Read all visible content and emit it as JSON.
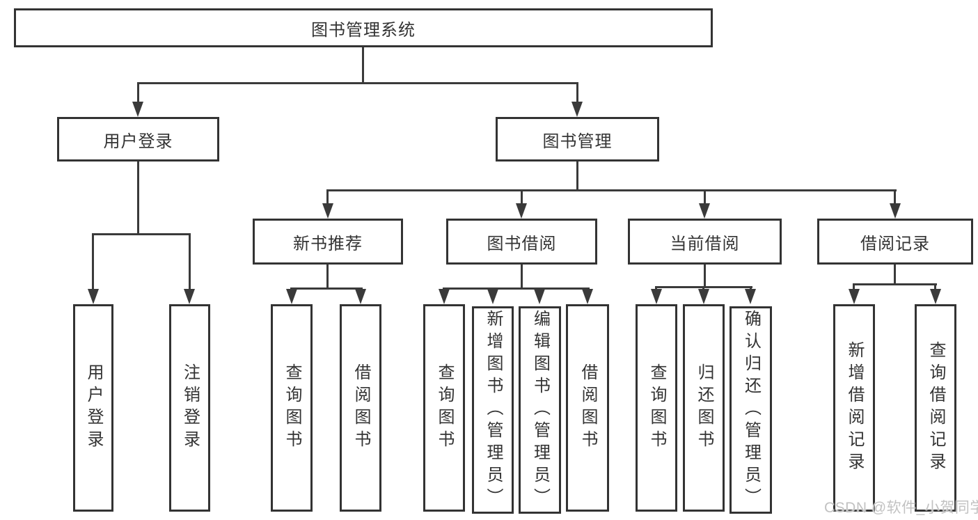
{
  "root": {
    "label": "图书管理系统"
  },
  "branches": [
    {
      "label": "用户登录"
    },
    {
      "label": "图书管理"
    }
  ],
  "modules": [
    {
      "label": "新书推荐"
    },
    {
      "label": "图书借阅"
    },
    {
      "label": "当前借阅"
    },
    {
      "label": "借阅记录"
    }
  ],
  "leaves": {
    "user": [
      "用户登录",
      "注销登录"
    ],
    "recommend": [
      "查询图书",
      "借阅图书"
    ],
    "borrow": [
      "查询图书",
      "新增图书（管理员）",
      "编辑图书（管理员）",
      "借阅图书"
    ],
    "current": [
      "查询图书",
      "归还图书",
      "确认归还（管理员）"
    ],
    "records": [
      "新增借阅记录",
      "查询借阅记录"
    ]
  },
  "watermark": {
    "text": "CSDN @软件_小贺同学"
  },
  "colors": {
    "line": "#3a3a3a",
    "border": "#333333",
    "text": "#333333",
    "background": "#ffffff",
    "watermark": "#c2c2c2"
  }
}
